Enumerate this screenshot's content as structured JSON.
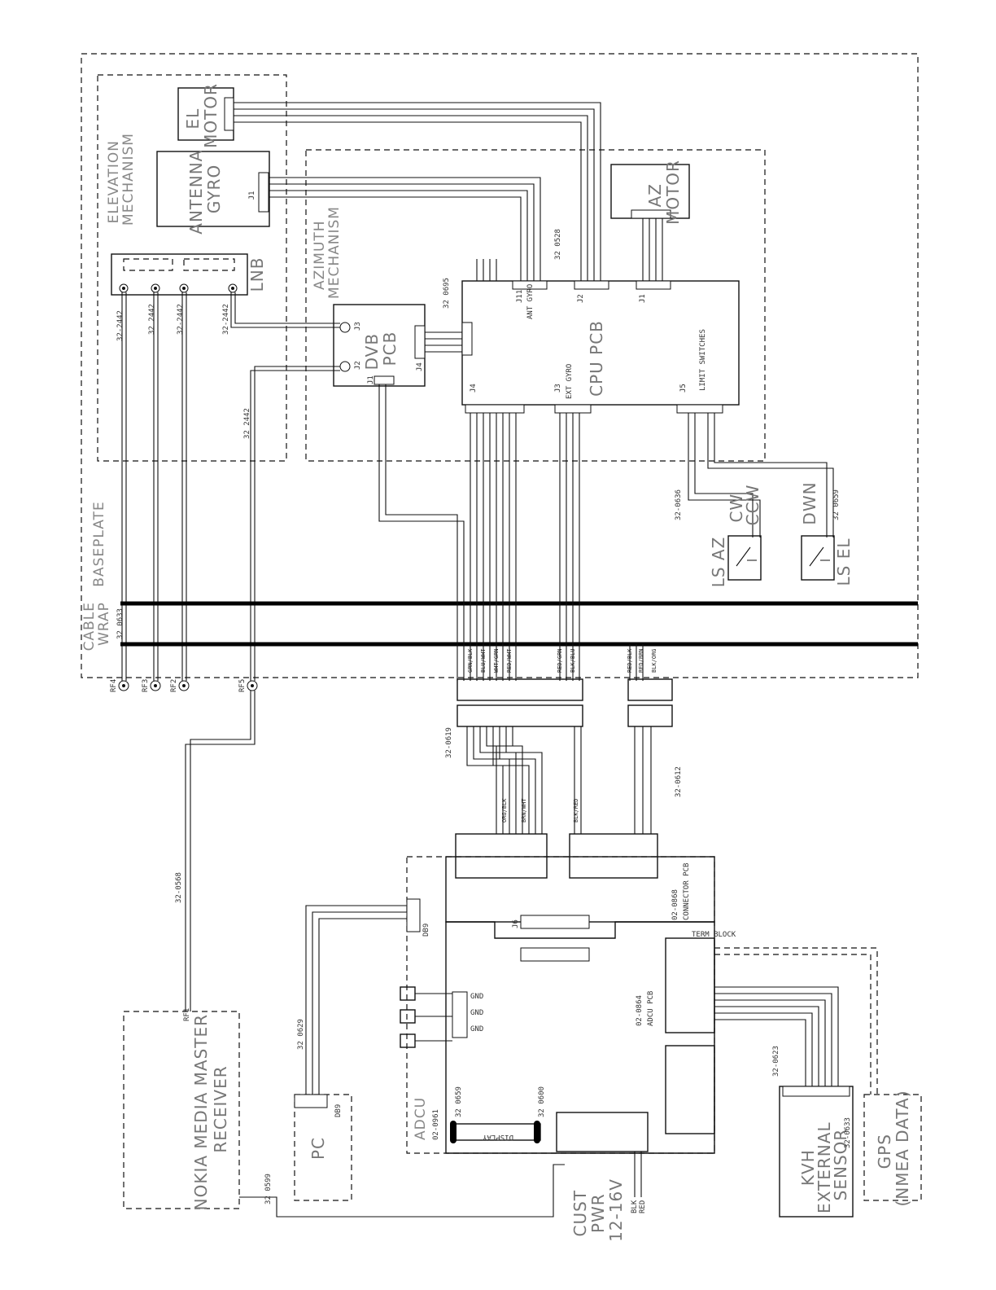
{
  "blocks": {
    "el_motor": "EL\nMOTOR",
    "antenna_gyro": "ANTENNA\nGYRO",
    "elevation_mechanism": "ELEVATION\nMECHANISM",
    "lnb": "LNB",
    "azimuth_mechanism": "AZIMUTH\nMECHANISM",
    "az_motor": "AZ\nMOTOR",
    "dvb_pcb": "DVB\nPCB",
    "cpu_pcb": "CPU PCB",
    "baseplate": "BASEPLATE",
    "cable_wrap": "CABLE\nWRAP",
    "ls_az": "LS AZ",
    "cw_ccw": "CW\nCCW",
    "ls_el": "LS EL",
    "dwn": "DWN",
    "nokia": "NOKIA MEDIA MASTER\nRECEIVER",
    "pc": "PC",
    "adcu": "ADCU",
    "cust_pwr": "CUST\nPWR\n12-16V",
    "kvh_sensor": "KVH\nEXTERNAL\nSENSOR",
    "gps": "GPS\n(NMEA DATA)",
    "connector_pcb": "CONNECTOR PCB",
    "adcu_pcb": "ADCU PCB",
    "display": "DISPLAY"
  },
  "cables": {
    "c_32_0528": "32 0528",
    "c_32_0695": "32 0695",
    "c_32_2442_a": "32-2442",
    "c_32_2442_b": "32 2442",
    "c_32_2442_c": "32-2442",
    "c_32_2442_d": "32-2442",
    "c_32_2442_e": "32 2442",
    "c_32_0633_wrap": "32 0633",
    "c_32_0636": "32-0636",
    "c_32_0659_ls": "32 0659",
    "c_32_0619": "32-0619",
    "c_32_0612": "32-0612",
    "c_32_0568": "32-0568",
    "c_32_0629": "32 0629",
    "c_32_0599": "32 0599",
    "c_32_0659_adcu": "32 0659",
    "c_32_0600": "32 0600",
    "c_32_0623": "32-0623",
    "c_32_0633": "32-0633",
    "adcu_num": "02-0961",
    "conn_pcb_num": "02-0868",
    "adcu_pcb_num": "02-0864"
  },
  "refs": {
    "j11": "J11",
    "ant_gyro": "ANT GYRO",
    "j2": "J2",
    "j1": "J1",
    "j4": "J4",
    "j3": "J3",
    "j5": "J5",
    "ext_gyro": "EXT GYRO",
    "limit_switches": "LIMIT SWITCHES",
    "dvb_j3": "J3",
    "dvb_j2": "J2",
    "dvb_j1": "J1",
    "dvb_j4": "J4",
    "j6": "J6",
    "db9": "DB9",
    "term_block": "TERM BLOCK",
    "rf1": "RF1",
    "rf2": "RF2",
    "rf3": "RF3",
    "rf4": "RF4",
    "rf5": "RF5",
    "gnd": "GND",
    "blk": "BLK",
    "red": "RED"
  },
  "wire_colors": {
    "grn_blk": "GRN/BLK",
    "blu_wht": "BLU/WHT",
    "wht_grn": "WHT/GRN",
    "red_wht": "RED/WHT",
    "org_blk": "ORG/BLK",
    "brn_wht": "BRN/WHT",
    "red_grn": "RED/GRN",
    "blk_org": "BLK/ORG",
    "blk_red": "BLK/RED",
    "blk_blu": "BLK/BLU",
    "red_brn": "RED/BRN",
    "red_blk": "RED/BLK"
  }
}
